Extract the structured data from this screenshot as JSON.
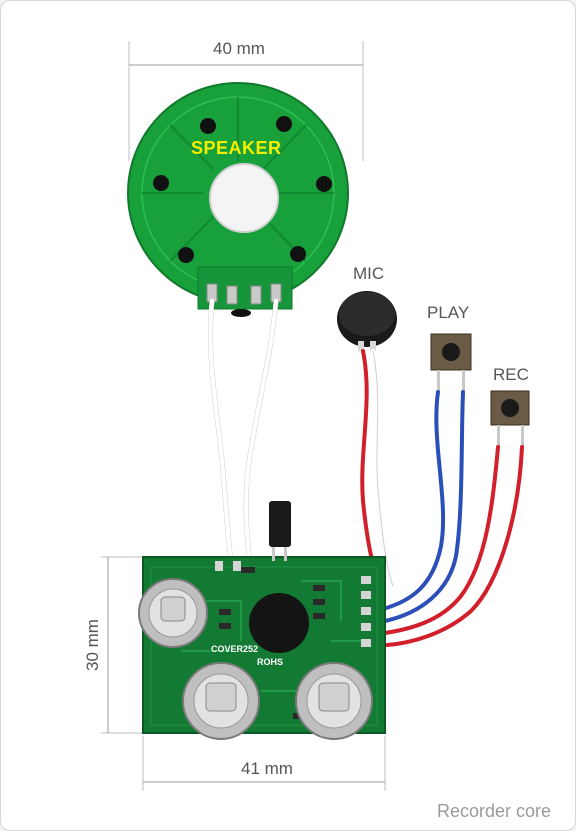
{
  "dimensions": {
    "speaker_width": "40 mm",
    "board_height": "30 mm",
    "board_width": "41 mm"
  },
  "labels": {
    "speaker": "SPEAKER",
    "mic": "MIC",
    "play": "PLAY",
    "rec": "REC"
  },
  "pcb": {
    "model": "COVER252",
    "compliance": "ROHS"
  },
  "caption": "Recorder core",
  "colors": {
    "speaker_green": "#18a03a",
    "pcb_green": "#137a34",
    "wire_red": "#d21f2b",
    "wire_blue": "#2a4fb8",
    "speaker_text": "#f4ef00"
  }
}
